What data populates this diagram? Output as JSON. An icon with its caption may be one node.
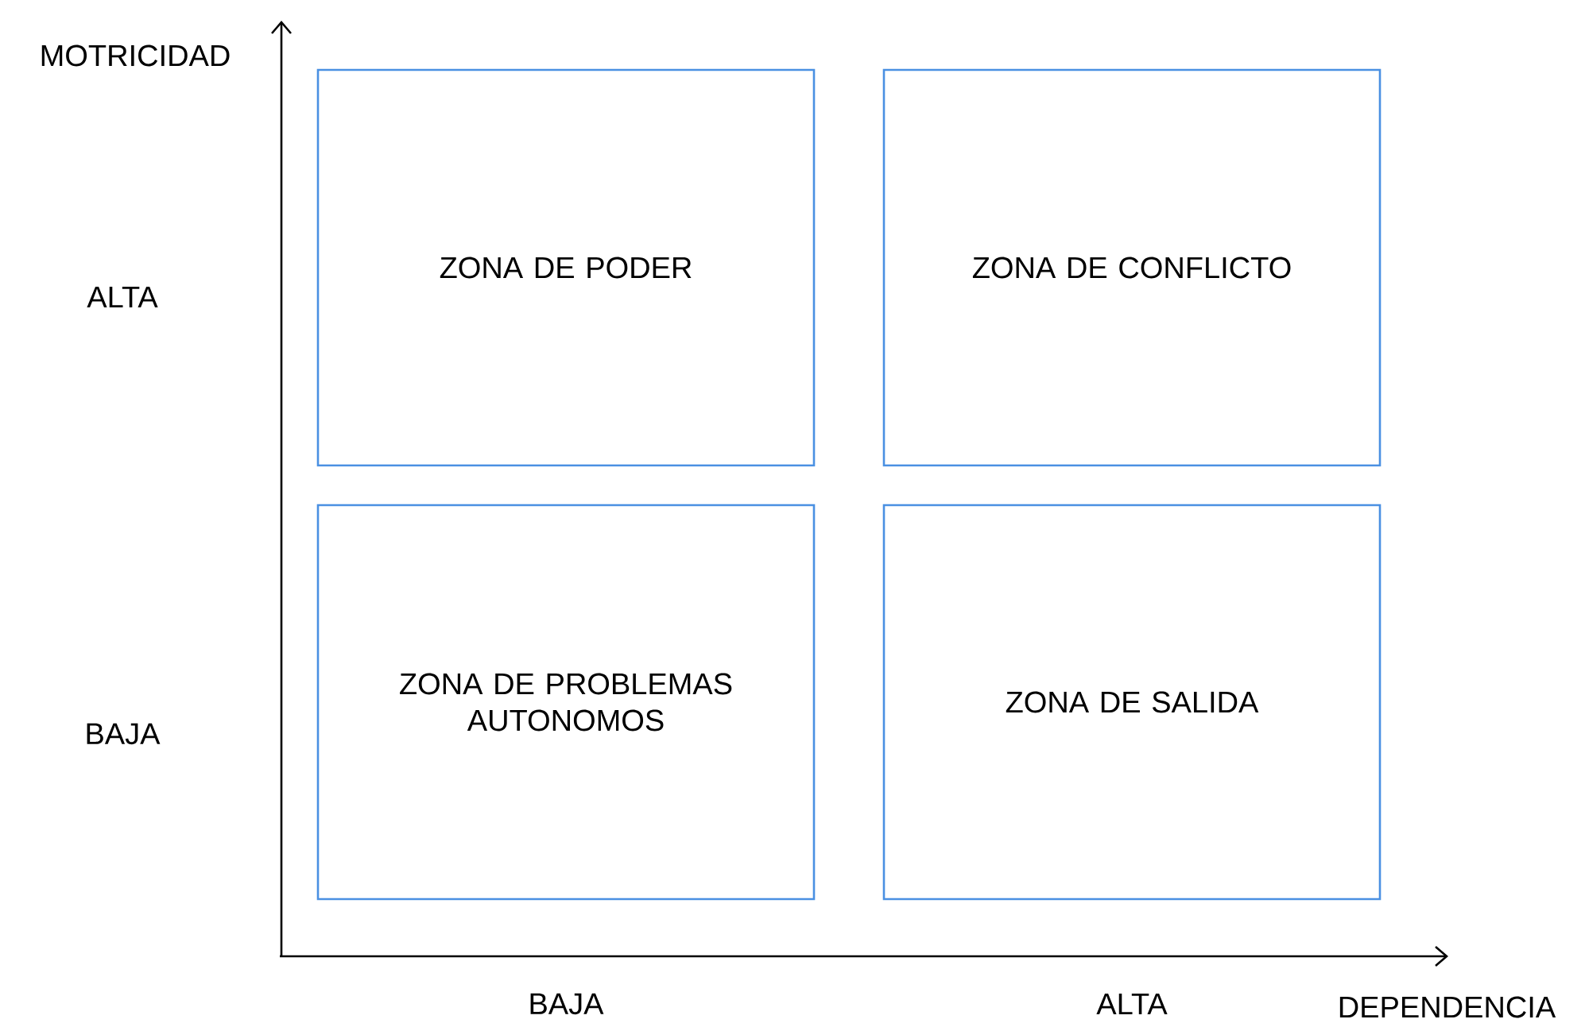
{
  "diagram": {
    "nodes": [
      {
        "text": [
          "ZONA DE PODER"
        ]
      },
      {
        "text": [
          "ZONA DE CONFLICTO"
        ]
      },
      {
        "text": [
          "ZONA DE PROBLEMAS AUTONOMOS"
        ]
      },
      {
        "text": [
          "ZONA DE SALIDA"
        ]
      }
    ],
    "labels": [
      "MOTRICIDAD",
      "ALTA",
      "BAJA",
      "BAJA",
      "ALTA",
      "DEPENDENCIA"
    ]
  }
}
